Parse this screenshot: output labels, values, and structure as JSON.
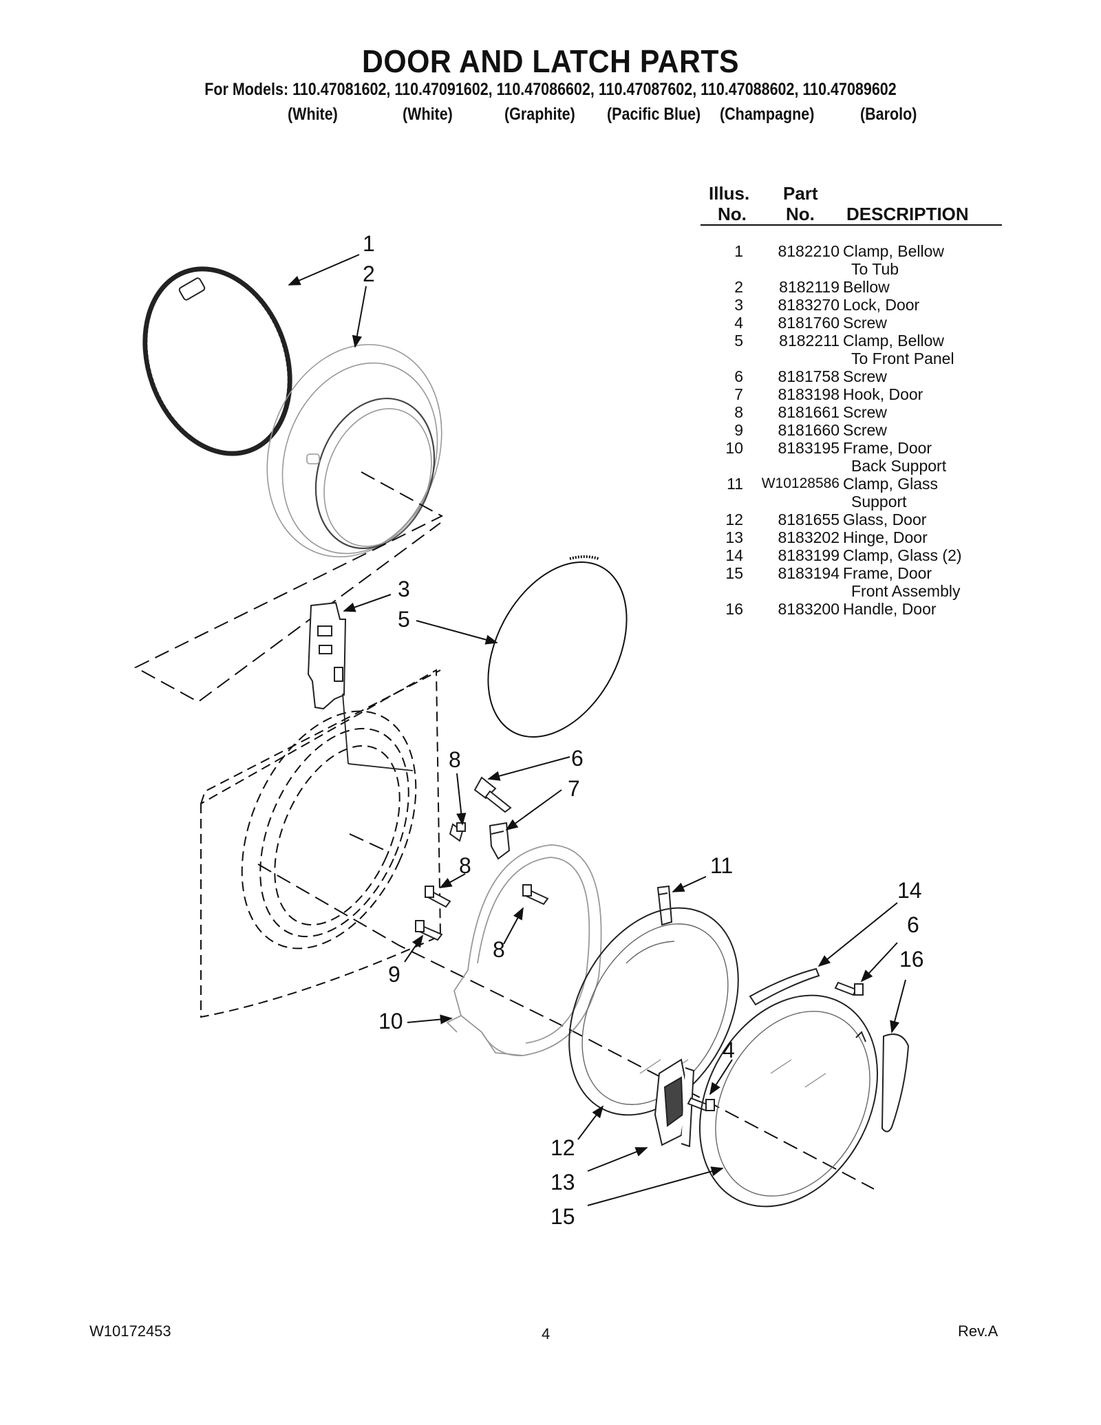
{
  "header": {
    "title": "DOOR AND LATCH PARTS",
    "models_line": "For Models: 110.47081602, 110.47091602, 110.47086602, 110.47087602, 110.47088602, 110.47089602",
    "colors": [
      "(White)",
      "(White)",
      "(Graphite)",
      "(Pacific Blue)",
      "(Champagne)",
      "(Barolo)"
    ]
  },
  "table": {
    "headers": {
      "illus_top": "Illus.",
      "illus_bottom": "No.",
      "part_top": "Part",
      "part_bottom": "No.",
      "description": "DESCRIPTION"
    },
    "rows": [
      {
        "no": "1",
        "part": "8182210",
        "desc": [
          "Clamp, Bellow",
          "To Tub"
        ]
      },
      {
        "no": "2",
        "part": "8182119",
        "desc": [
          "Bellow"
        ]
      },
      {
        "no": "3",
        "part": "8183270",
        "desc": [
          "Lock, Door"
        ]
      },
      {
        "no": "4",
        "part": "8181760",
        "desc": [
          "Screw"
        ]
      },
      {
        "no": "5",
        "part": "8182211",
        "desc": [
          "Clamp, Bellow",
          "To Front Panel"
        ]
      },
      {
        "no": "6",
        "part": "8181758",
        "desc": [
          "Screw"
        ]
      },
      {
        "no": "7",
        "part": "8183198",
        "desc": [
          "Hook, Door"
        ]
      },
      {
        "no": "8",
        "part": "8181661",
        "desc": [
          "Screw"
        ]
      },
      {
        "no": "9",
        "part": "8181660",
        "desc": [
          "Screw"
        ]
      },
      {
        "no": "10",
        "part": "8183195",
        "desc": [
          "Frame, Door",
          "Back Support"
        ]
      },
      {
        "no": "11",
        "part": "W10128586",
        "desc": [
          "Clamp, Glass",
          "Support"
        ]
      },
      {
        "no": "12",
        "part": "8181655",
        "desc": [
          "Glass, Door"
        ]
      },
      {
        "no": "13",
        "part": "8183202",
        "desc": [
          "Hinge, Door"
        ]
      },
      {
        "no": "14",
        "part": "8183199",
        "desc": [
          "Clamp, Glass (2)"
        ]
      },
      {
        "no": "15",
        "part": "8183194",
        "desc": [
          "Frame, Door",
          "Front Assembly"
        ]
      },
      {
        "no": "16",
        "part": "8183200",
        "desc": [
          "Handle, Door"
        ]
      }
    ]
  },
  "callouts": {
    "c1": "1",
    "c2": "2",
    "c3": "3",
    "c5": "5",
    "c8a": "8",
    "c6a": "6",
    "c7": "7",
    "c8b": "8",
    "c11": "11",
    "c14": "14",
    "c6b": "6",
    "c16": "16",
    "c8c": "8",
    "c9": "9",
    "c10": "10",
    "c4": "4",
    "c12": "12",
    "c13": "13",
    "c15": "15"
  },
  "footer": {
    "doc_number": "W10172453",
    "page": "4",
    "revision": "Rev.A"
  }
}
